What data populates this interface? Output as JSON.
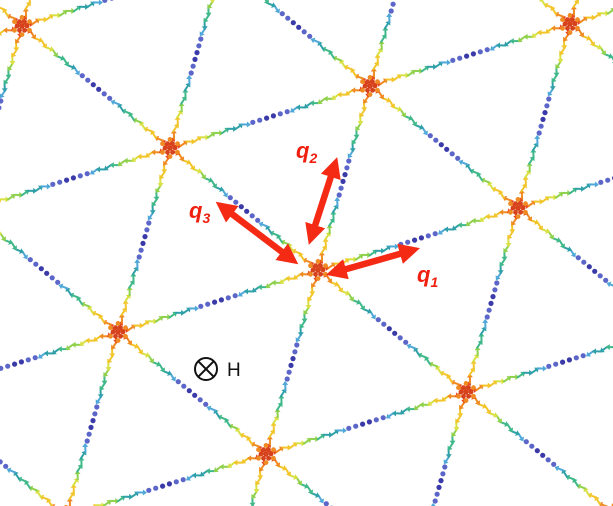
{
  "labels": {
    "q1": {
      "main": "q",
      "sub": "1"
    },
    "q2": {
      "main": "q",
      "sub": "2"
    },
    "q3": {
      "main": "q",
      "sub": "3"
    },
    "field": "H"
  },
  "icons": {
    "field_direction": "circle-cross-icon",
    "wavevector_arrow": "double-headed-arrow-icon"
  },
  "colors": {
    "arrow": "#f52a15",
    "core": "#d6421c",
    "spin_cycle": [
      "#e6461e",
      "#f08a22",
      "#f2c52a",
      "#d8e043",
      "#8fd14c",
      "#3fb88a",
      "#2fa0a8",
      "#4fa8d8",
      "#5b66c8",
      "#3a3aa8"
    ]
  }
}
